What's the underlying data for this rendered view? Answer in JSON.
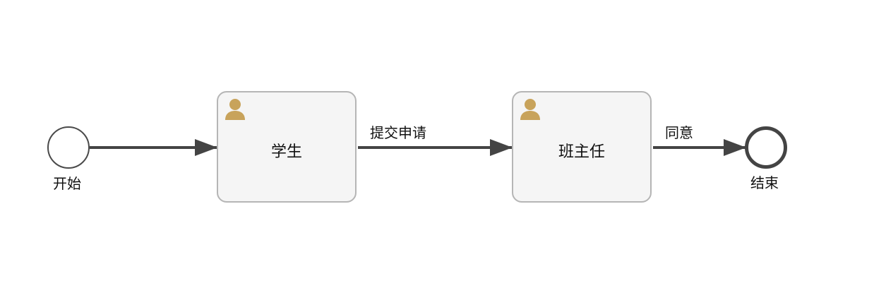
{
  "diagram": {
    "start_event": {
      "label": "开始"
    },
    "end_event": {
      "label": "结束"
    },
    "tasks": [
      {
        "label": "学生",
        "icon": "user-icon"
      },
      {
        "label": "班主任",
        "icon": "user-icon"
      }
    ],
    "flows": [
      {
        "from": "开始",
        "to": "学生",
        "label": ""
      },
      {
        "from": "学生",
        "to": "班主任",
        "label": "提交申请"
      },
      {
        "from": "班主任",
        "to": "结束",
        "label": "同意"
      }
    ]
  },
  "colors": {
    "line": "#444444",
    "task_fill": "#f5f5f5",
    "task_border": "#b5b5b5",
    "user_icon": "#c8a35b"
  }
}
